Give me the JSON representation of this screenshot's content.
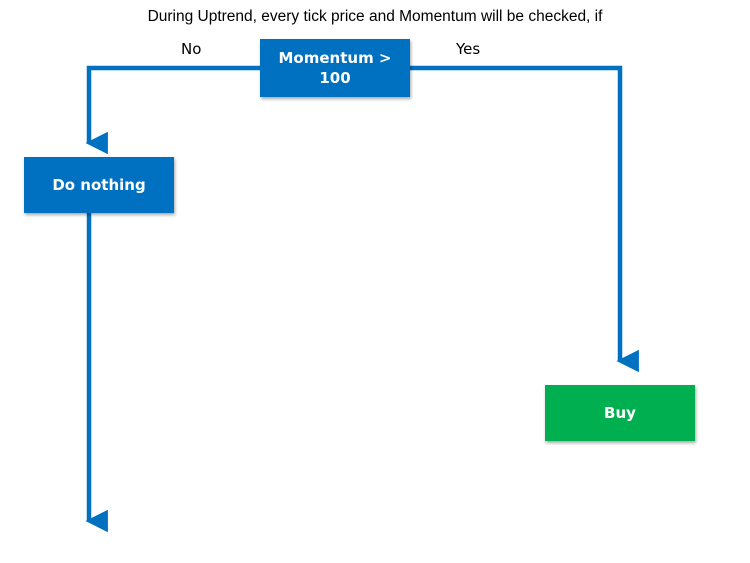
{
  "title": "During Uptrend, every tick price and Momentum will be checked, if",
  "colors": {
    "connector": "#0070c0",
    "decision_fill": "#0070c0",
    "action_fill": "#0070c0",
    "buy_fill": "#00b050",
    "node_text": "#ffffff"
  },
  "nodes": {
    "decision": {
      "line1": "Momentum >",
      "line2": "100"
    },
    "no_action": {
      "label": "Do nothing"
    },
    "yes_action": {
      "label": "Buy"
    }
  },
  "branches": {
    "no": "No",
    "yes": "Yes"
  }
}
